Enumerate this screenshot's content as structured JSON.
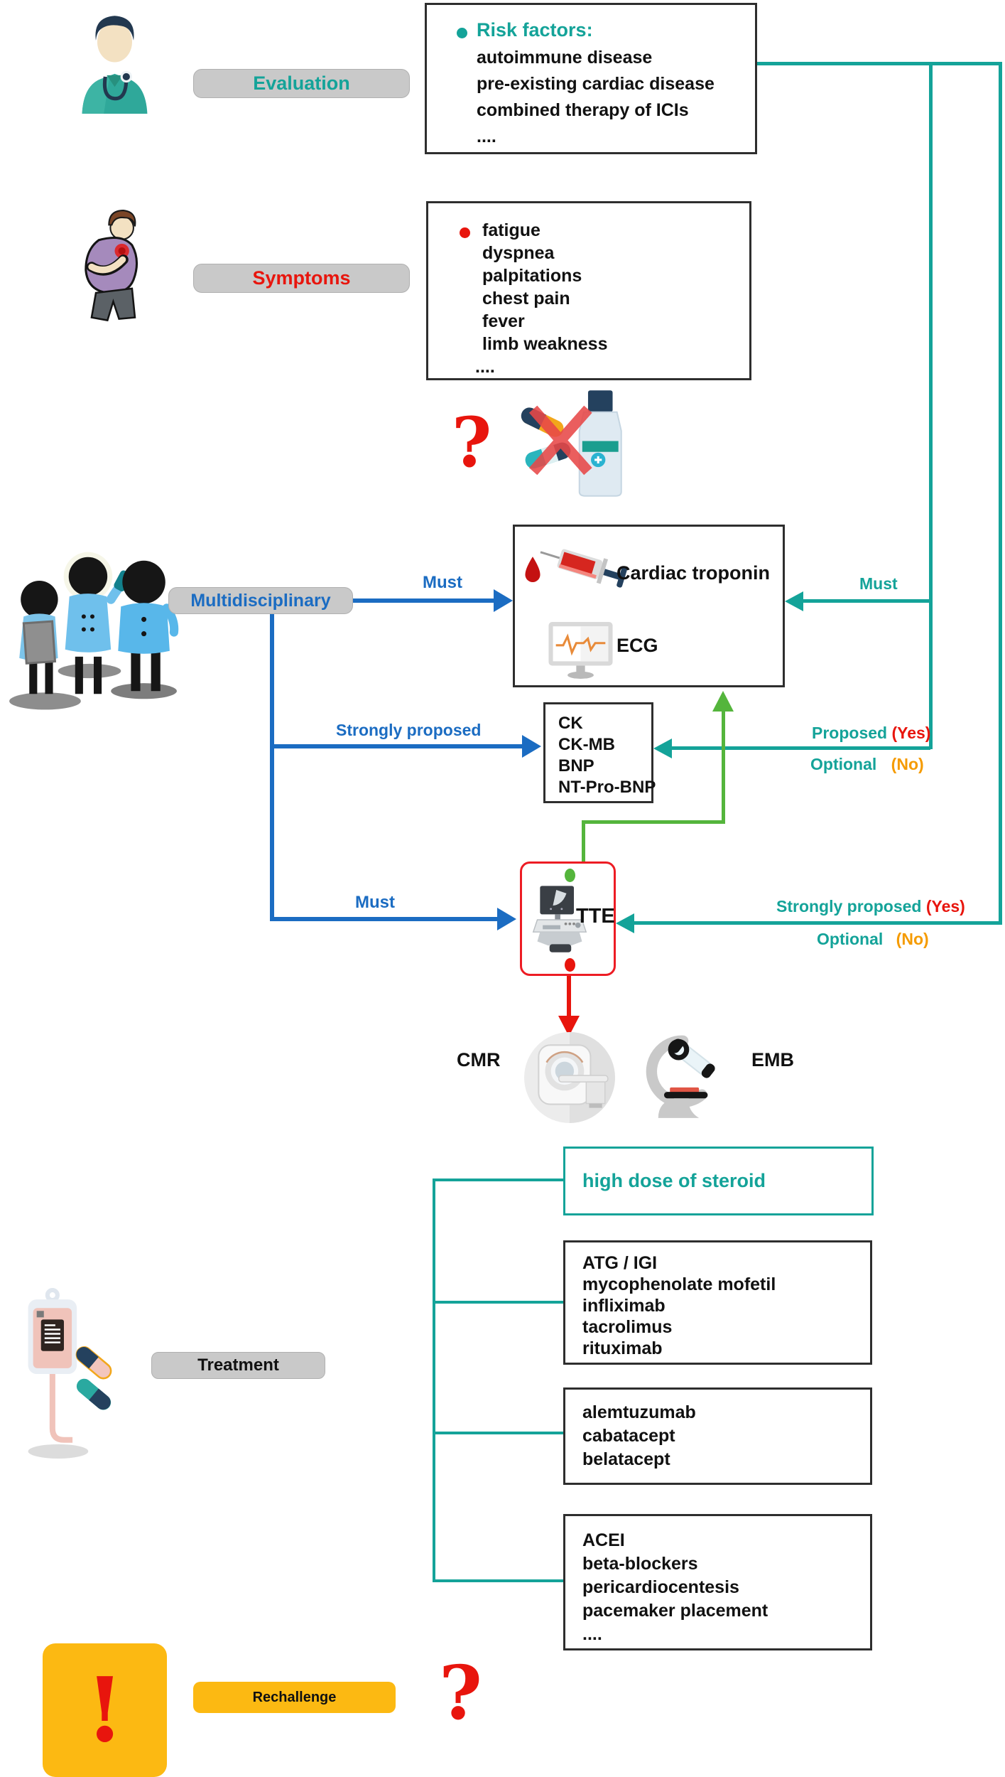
{
  "colors": {
    "teal": "#14a399",
    "blue": "#1b6cc2",
    "red": "#e8150d",
    "orange": "#f59b00",
    "green": "#54b53c",
    "yellow": "#fcb912",
    "gray_pill": "#c9c9c9"
  },
  "stages": {
    "evaluation": {
      "label": "Evaluation"
    },
    "symptoms": {
      "label": "Symptoms"
    },
    "multidisciplinary": {
      "label": "Multidisciplinary"
    },
    "treatment": {
      "label": "Treatment"
    },
    "rechallenge": {
      "label": "Rechallenge"
    }
  },
  "risk_box": {
    "title": "Risk factors:",
    "items": [
      "autoimmune disease",
      "pre-existing cardiac disease",
      "combined therapy of ICIs",
      "...."
    ]
  },
  "symptom_box": {
    "items": [
      "fatigue",
      "dyspnea",
      "palpitations",
      "chest pain",
      "fever",
      "limb weakness",
      "...."
    ]
  },
  "tests": {
    "cardiac_troponin": "Cardiac troponin",
    "ecg": "ECG",
    "biomarkers": [
      "CK",
      "CK-MB",
      "BNP",
      "NT-Pro-BNP"
    ],
    "tte": "TTE",
    "cmr": "CMR",
    "emb": "EMB"
  },
  "arrows": {
    "must_multi": "Must",
    "must_right": "Must",
    "must_tte": "Must",
    "strongly_proposed_blue": "Strongly proposed",
    "proposed": "Proposed",
    "proposed_yes": "(Yes)",
    "optional1": "Optional",
    "optional1_no": "(No)",
    "strongly_proposed_teal": "Strongly  proposed",
    "strongly_yes": "(Yes)",
    "optional2": "Optional",
    "optional2_no": "(No)"
  },
  "treatment_boxes": {
    "steroid": "high dose of  steroid",
    "immunosuppressants": [
      "ATG / IGI",
      "mycophenolate mofetil",
      "infliximab",
      "tacrolimus",
      "rituximab"
    ],
    "second_line": [
      "alemtuzumab",
      "cabatacept",
      "belatacept"
    ],
    "supportive": [
      "ACEI",
      "beta-blockers",
      "pericardiocentesis",
      "pacemaker placement",
      "...."
    ]
  },
  "marks": {
    "question_top": "?",
    "question_bottom": "?",
    "exclamation": "!"
  }
}
